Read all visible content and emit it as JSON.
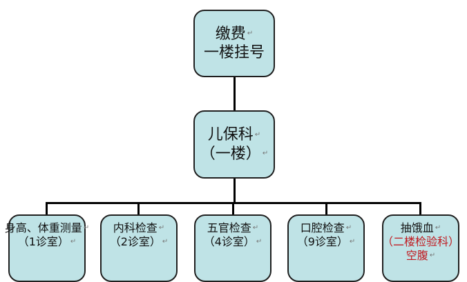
{
  "diagram": {
    "top_node": {
      "line1": "缴费",
      "line2": "一楼挂号"
    },
    "middle_node": {
      "line1": "儿保科",
      "line2": "（一楼）"
    },
    "children": [
      {
        "line1": "身高、体重测量",
        "line2": "（1诊室）"
      },
      {
        "line1": "内科检查",
        "line2": "（2诊室）"
      },
      {
        "line1": "五官检查",
        "line2": "（4诊室）"
      },
      {
        "line1": "口腔检查",
        "line2": "（9诊室）"
      },
      {
        "line1": "抽饿血",
        "line2": "（二楼检验科）",
        "line3": "空腹"
      }
    ],
    "paragraph_mark": "↵",
    "colors": {
      "node_fill": "#bfe3e6",
      "border": "#1f1f1f",
      "connector": "#000000",
      "red_text": "#c0191f"
    }
  }
}
